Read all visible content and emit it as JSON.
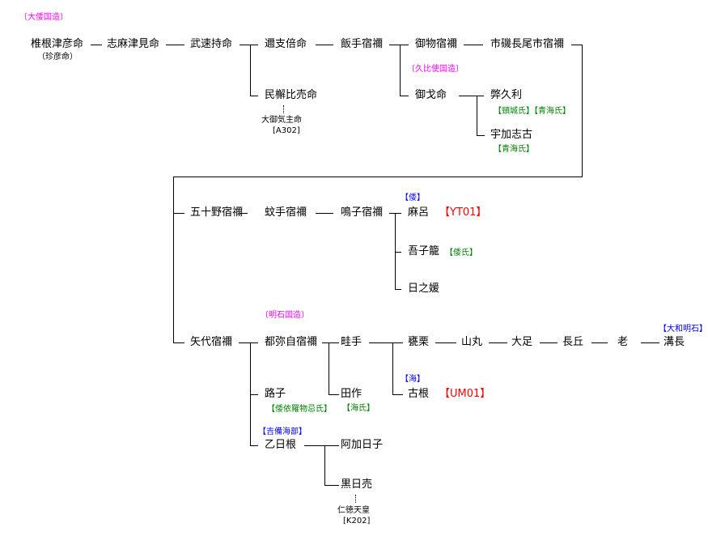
{
  "title_tag": "〔大倭国造〕",
  "nodes": {
    "shiinetsuhiko": "椎根津彦命",
    "uzuhiko": "（珍彦命）",
    "shimatsumi": "志麻津見命",
    "takehayamochi": "武速持命",
    "nishikibe": "邇支倍命",
    "tamikihime": "民檞比売命",
    "omikenushi": "大御気主命",
    "omikenushi_ref": "[A302]",
    "iite": "飯手宿禰",
    "mimono": "御物宿禰",
    "ichishi": "市磯長尾市宿禰",
    "kubishi_tag": "〔久比使国造〕",
    "mihoko": "御戈命",
    "hekuri": "弊久利",
    "hekuri_tag": "【頸城氏】【青海氏】",
    "ukashiko": "宇加志古",
    "ukashiko_tag": "【青海氏】",
    "isono": "五十野宿禰",
    "kate": "蚊手宿禰",
    "naruko": "鳴子宿禰",
    "maro_tag": "【倭】",
    "maro": "麻呂",
    "maro_code": "【YT01】",
    "agoko": "吾子籠",
    "agoko_tag": "【倭氏】",
    "hinohime": "日之媛",
    "yashiro": "矢代宿禰",
    "akashi_tag": "〔明石国造〕",
    "tsumiji": "都弥自宿禰",
    "unate": "畦手",
    "mikakuri": "甕栗",
    "yamamaru": "山丸",
    "otari": "大足",
    "nagaoka": "長丘",
    "oyu": "老",
    "mizonaga_tag": "【大和明石】",
    "mizonaga": "溝長",
    "michiko": "路子",
    "michiko_tag": "【倭依羅物忌氏】",
    "tatsukuri": "田作",
    "tatsukuri_tag": "【海氏】",
    "kone_tag": "【海】",
    "kone": "古根",
    "kone_code": "【UM01】",
    "kibi_tag": "【吉備海部】",
    "otohine": "乙日根",
    "akahiko": "阿加日子",
    "kurohime": "黒日売",
    "nintoku": "仁徳天皇",
    "nintoku_ref": "[K202]"
  },
  "colors": {
    "clan_tag": "#ff00ff",
    "family_tag": "#008000",
    "lineage_tag": "#0000ff",
    "code": "#ff0000"
  }
}
